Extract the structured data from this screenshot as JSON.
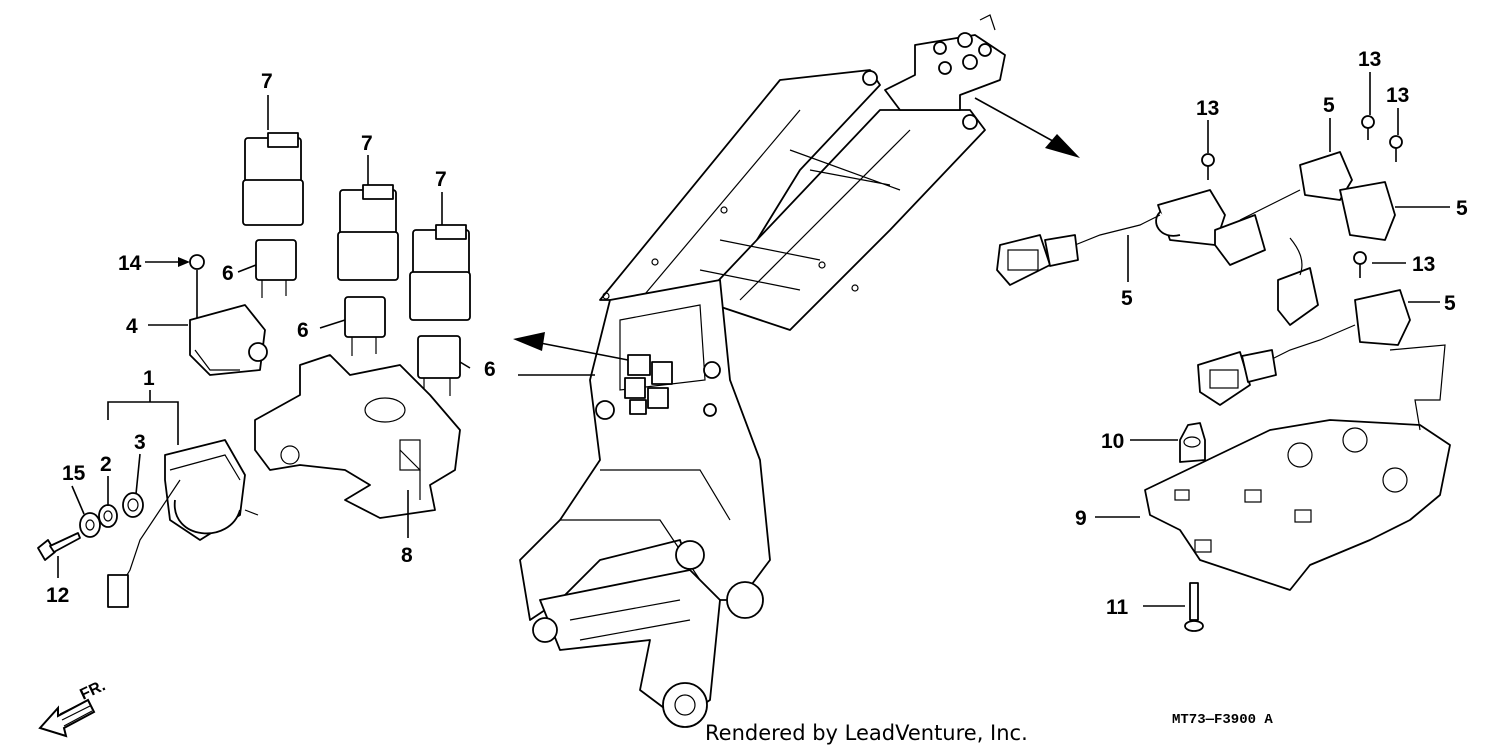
{
  "diagram": {
    "callouts": {
      "c1": "1",
      "c2": "2",
      "c3": "3",
      "c4": "4",
      "c5a": "5",
      "c5b": "5",
      "c5c": "5",
      "c5d": "5",
      "c6a": "6",
      "c6b": "6",
      "c6c": "6",
      "c7a": "7",
      "c7b": "7",
      "c7c": "7",
      "c8": "8",
      "c9": "9",
      "c10": "10",
      "c11": "11",
      "c12": "12",
      "c13a": "13",
      "c13b": "13",
      "c13c": "13",
      "c13d": "13",
      "c14": "14",
      "c15": "15"
    },
    "direction_label": "FR.",
    "diagram_code": "MT73—F3900 A",
    "credit": "Rendered by LeadVenture, Inc."
  }
}
